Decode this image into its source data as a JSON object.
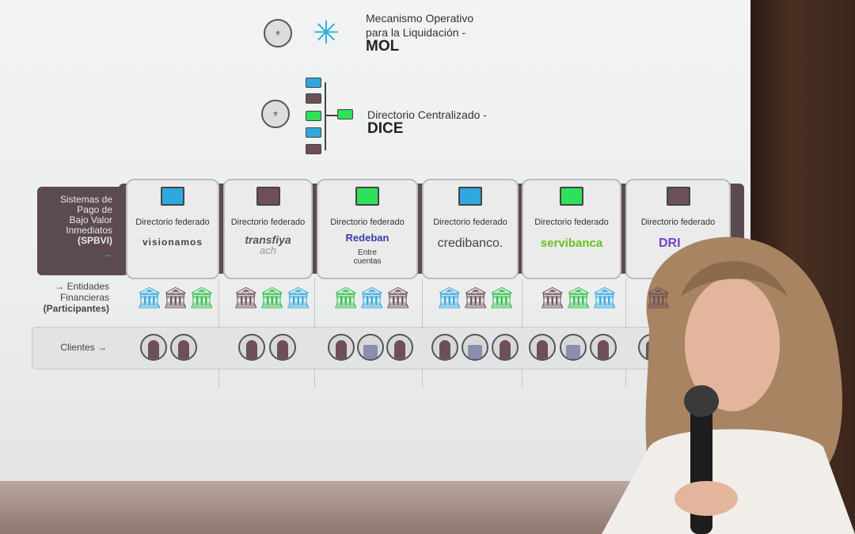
{
  "slide": {
    "mol": {
      "line1": "Mecanismo Operativo",
      "line2": "para la Liquidación -",
      "acronym": "MOL"
    },
    "dice": {
      "line1": "Directorio Centralizado -",
      "acronym": "DICE"
    },
    "header": {
      "lines": [
        "Sistemas de",
        "Pago de",
        "Bajo Valor",
        "Inmediatos",
        "(SPBVI)"
      ],
      "arrow": "→"
    },
    "row_labels": {
      "entidades": [
        "→ Entidades",
        "Financieras",
        "(Participantes)"
      ],
      "clientes": "Clientes →"
    },
    "columns": [
      {
        "label": "Directorio federado",
        "logo": "visionamos",
        "folder_color": "#2fa8e0",
        "logo_color": "#444444"
      },
      {
        "label": "Directorio federado",
        "logo": "transfiya",
        "sub": "ach",
        "folder_color": "#6d4f57",
        "logo_color": "#555555"
      },
      {
        "label": "Directorio federado",
        "logo": "Redeban",
        "sub": "Entre cuentas",
        "folder_color": "#2ee05a",
        "logo_color": "#3b3bb0"
      },
      {
        "label": "Directorio federado",
        "logo": "credibanco.",
        "folder_color": "#2fa8e0",
        "logo_color": "#444444"
      },
      {
        "label": "Directorio federado",
        "logo": "servibanca",
        "folder_color": "#2ee05a",
        "logo_color": "#6cc020"
      },
      {
        "label": "Directorio federado",
        "logo": "DRI",
        "folder_color": "#6d4f57",
        "logo_color": "#7a3fd0"
      }
    ]
  }
}
